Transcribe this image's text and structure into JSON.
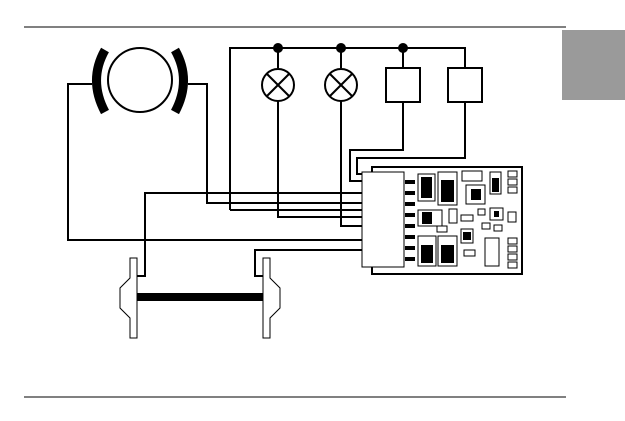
{
  "diagram": {
    "title": "",
    "components": [
      {
        "id": "motor",
        "kind": "motor-symbol"
      },
      {
        "id": "lamp-1",
        "kind": "lamp-symbol"
      },
      {
        "id": "lamp-2",
        "kind": "lamp-symbol"
      },
      {
        "id": "function-output-1",
        "kind": "load-box"
      },
      {
        "id": "function-output-2",
        "kind": "load-box"
      },
      {
        "id": "decoder",
        "kind": "decoder-board"
      },
      {
        "id": "wheelset",
        "kind": "wheelset-axle"
      }
    ],
    "connections": [
      {
        "from": "motor",
        "to": "decoder"
      },
      {
        "from": "lamp-1",
        "to": "decoder"
      },
      {
        "from": "lamp-2",
        "to": "decoder"
      },
      {
        "from": "function-output-1",
        "to": "decoder"
      },
      {
        "from": "function-output-2",
        "to": "decoder"
      },
      {
        "from": "wheelset",
        "to": "decoder"
      },
      {
        "from": "common-bus",
        "to": "decoder"
      }
    ],
    "colors": {
      "line": "#000000",
      "tab": "#9a9a9a",
      "background": "#ffffff"
    }
  }
}
